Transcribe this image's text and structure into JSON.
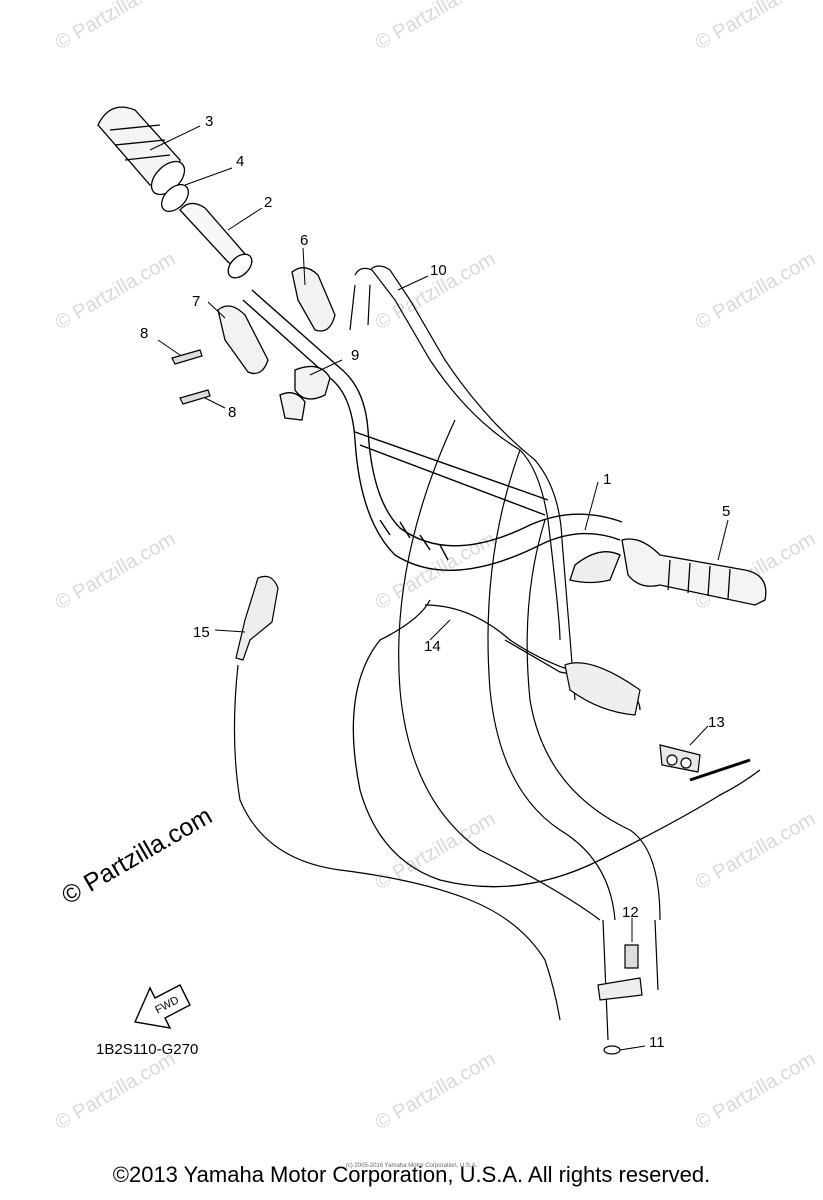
{
  "watermark": {
    "text": "© Partzilla.com"
  },
  "callouts": [
    "1",
    "2",
    "3",
    "4",
    "5",
    "6",
    "7",
    "8",
    "8",
    "9",
    "10",
    "11",
    "12",
    "13",
    "14",
    "15"
  ],
  "fwd_label": "FWD",
  "drawing_code": "1B2S110-G270",
  "copyright": "©2013 Yamaha Motor Corporation, U.S.A. All rights reserved.",
  "copyright_small": "(c) 2005-2016 Yamaha Motor Corporation, U.S.A."
}
